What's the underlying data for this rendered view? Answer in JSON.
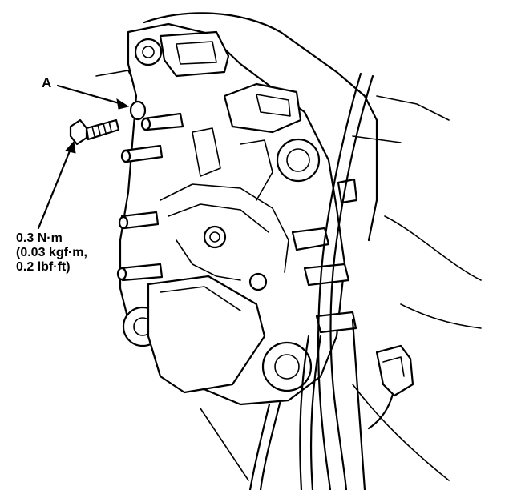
{
  "callouts": {
    "part_a": "A",
    "torque_line1": "0.3 N·m",
    "torque_line2": "(0.03 kgf·m,",
    "torque_line3": "0.2 lbf·ft)"
  },
  "colors": {
    "line": "#000000",
    "background": "#ffffff"
  }
}
